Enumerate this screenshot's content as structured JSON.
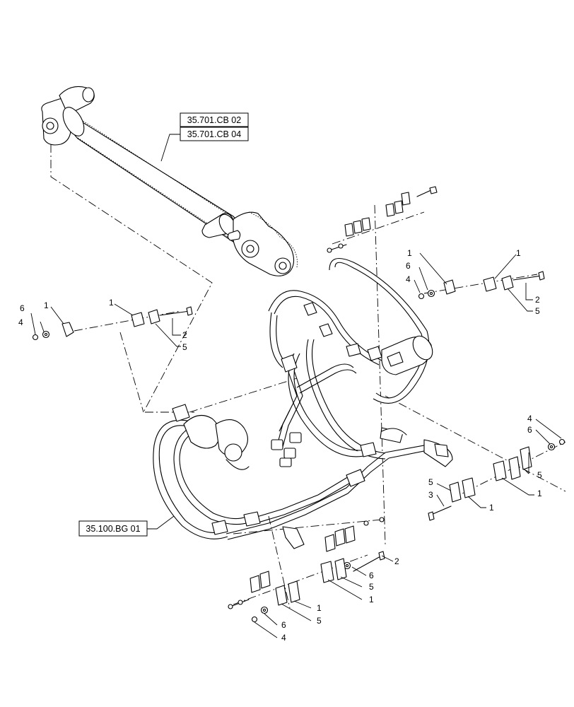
{
  "reference_boxes": [
    {
      "id": "cylinder-ref-1",
      "label": "35.701.CB 02"
    },
    {
      "id": "cylinder-ref-2",
      "label": "35.701.CB 04"
    },
    {
      "id": "hose-ref",
      "label": "35.100.BG 01"
    }
  ],
  "clamp_groups": {
    "left": {
      "callouts": [
        "6",
        "4",
        "1",
        "1",
        "2",
        "5"
      ]
    },
    "upper_right": {
      "callouts": [
        "1",
        "6",
        "4",
        "1",
        "2",
        "5"
      ]
    },
    "right": {
      "callouts": [
        "4",
        "6",
        "5",
        "1",
        "5",
        "3",
        "1"
      ]
    },
    "bottom": {
      "callouts": [
        "2",
        "6",
        "5",
        "1",
        "1",
        "5",
        "6",
        "4"
      ]
    }
  }
}
